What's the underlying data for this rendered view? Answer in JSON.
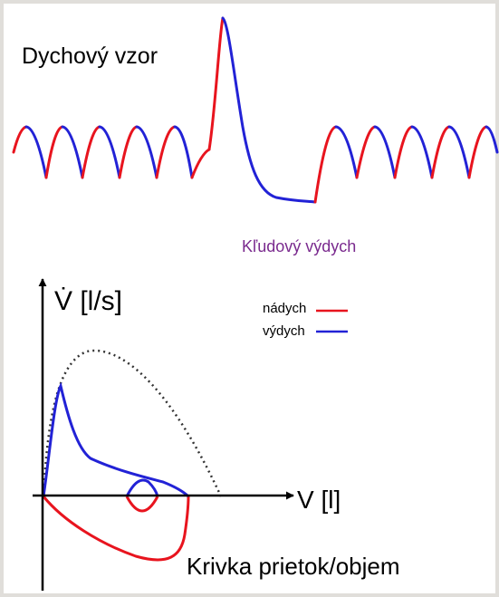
{
  "title": "Dychový vzor",
  "subtitle": "Kľudový výdych",
  "flow_volume": {
    "y_axis_label": "V̇ [l/s]",
    "x_axis_label": "V [l]",
    "curve_title": "Krivka prietok/objem"
  },
  "legend": [
    {
      "label": "nádych",
      "color": "#e8141e"
    },
    {
      "label": "výdych",
      "color": "#2222d6"
    }
  ],
  "colors": {
    "inspiration": "#e8141e",
    "expiration": "#2222d6",
    "predicted": "#333333",
    "axes": "#000000",
    "subtitle": "#7a2a8e"
  }
}
